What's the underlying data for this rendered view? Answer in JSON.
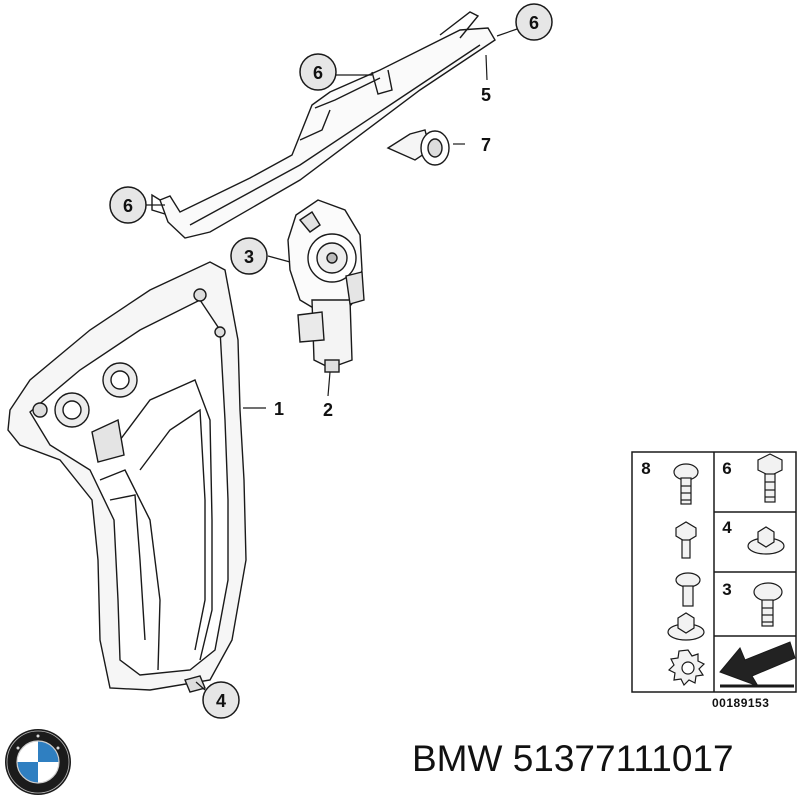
{
  "callouts": [
    {
      "id": "c6a",
      "label": "6"
    },
    {
      "id": "c6b",
      "label": "6"
    },
    {
      "id": "c6c",
      "label": "6"
    },
    {
      "id": "c3",
      "label": "3"
    },
    {
      "id": "c4",
      "label": "4"
    }
  ],
  "plain_labels": {
    "l5": "5",
    "l7": "7",
    "l1": "1",
    "l2": "2"
  },
  "hardware_table": {
    "cells": [
      "8",
      "6",
      "4",
      "3"
    ]
  },
  "reference_code": "00189153",
  "part_title": "BMW 51377111017",
  "colors": {
    "line": "#1a1a1a",
    "callout_fill": "#e6e6e6",
    "arrow_fill": "#222222",
    "logo_blue": "#2f7fc1"
  }
}
